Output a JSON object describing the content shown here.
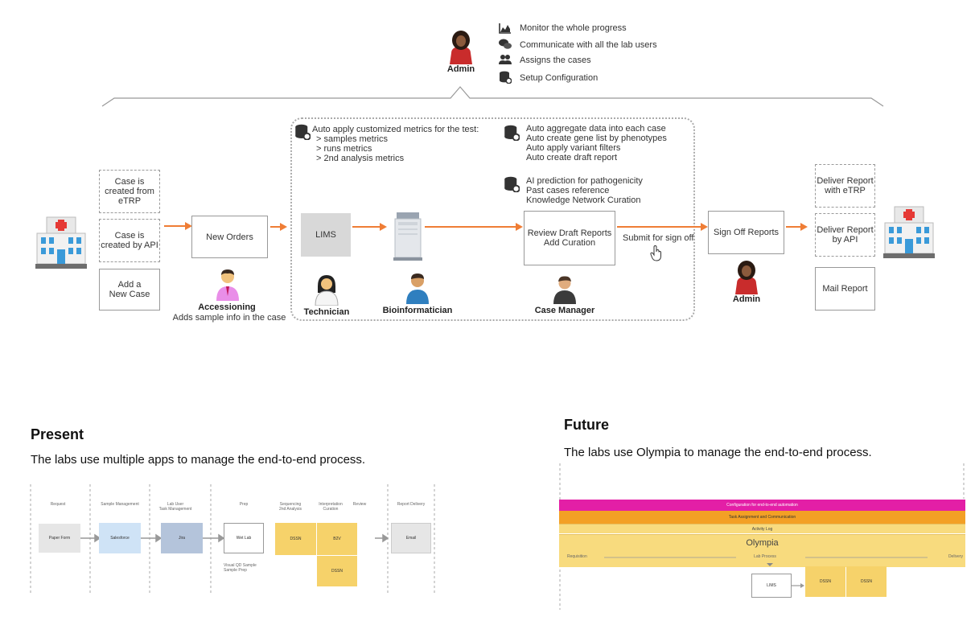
{
  "admin_top": {
    "label": "Admin",
    "duties": [
      {
        "icon": "chart-icon",
        "text": "Monitor the whole progress"
      },
      {
        "icon": "chat-icon",
        "text": "Communicate with all the lab users"
      },
      {
        "icon": "users-icon",
        "text": "Assigns the cases"
      },
      {
        "icon": "database-gear-icon",
        "text": "Setup Configuration"
      }
    ]
  },
  "intake": {
    "etrp": "Case is\ncreated from\neTRP",
    "api": "Case is\ncreated by API",
    "manual": "Add a\nNew Case"
  },
  "new_orders": {
    "label": "New Orders",
    "role": "Accessioning",
    "role_desc": "Adds sample info in the case"
  },
  "lims": {
    "label": "LIMS",
    "role": "Technician"
  },
  "bioinformatician": {
    "role": "Bioinformatician"
  },
  "metrics_note": {
    "title": "Auto apply customized metrics for the test:",
    "items": [
      "> samples metrics",
      "> runs metrics",
      "> 2nd analysis metrics"
    ]
  },
  "aggregate_note": {
    "lines": [
      "Auto aggregate data into each case",
      "Auto create gene list by phenotypes",
      "Auto apply variant filters",
      "Auto create draft report"
    ]
  },
  "ai_note": {
    "lines": [
      "AI prediction for pathogenicity",
      "Past cases reference",
      "Knowledge Network Curation"
    ]
  },
  "review": {
    "label": "Review Draft Reports\nAdd Curation",
    "role": "Case Manager",
    "submit": "Submit for sign off"
  },
  "signoff": {
    "label": "Sign Off Reports",
    "role": "Admin"
  },
  "delivery": {
    "etrp": "Deliver Report\nwith eTRP",
    "api": "Deliver Report\nby API",
    "mail": "Mail Report"
  },
  "present": {
    "title": "Present",
    "desc": "The labs use multiple apps to manage the end-to-end process.",
    "columns": [
      "Request",
      "Sample Management",
      "Lab User\nTask Management",
      "Prep",
      "Sequencing\n2nd Analysis",
      "Interpretation\nCuration",
      "Review",
      "Report Delivery"
    ],
    "nodes": {
      "paper": "Paper Form",
      "salesforce": "Salesforce",
      "jira": "Jira",
      "wetlab": "Wet Lab",
      "dssn": "DSSN",
      "b2v": "B2V",
      "dssn2": "DSSN",
      "email": "Email"
    },
    "notes": "Visual QD Sample\nSample Prep"
  },
  "future": {
    "title": "Future",
    "desc": "The labs use Olympia to manage the end-to-end process.",
    "bands": [
      "Configuration for end-to-end automation",
      "Task Assignment and Communication",
      "Activity Log"
    ],
    "platform": "Olympia",
    "flow": {
      "left": "Requisition",
      "mid": "Lab Process",
      "right": "Delivery"
    },
    "nodes": {
      "lims": "LIMS",
      "a": "DSSN",
      "b": "DSSN"
    }
  },
  "colors": {
    "accent": "#ef7d35",
    "magenta": "#e31fa6",
    "orange": "#f3a025",
    "yellow": "#f8db7e",
    "sand": "#f6d26a"
  }
}
